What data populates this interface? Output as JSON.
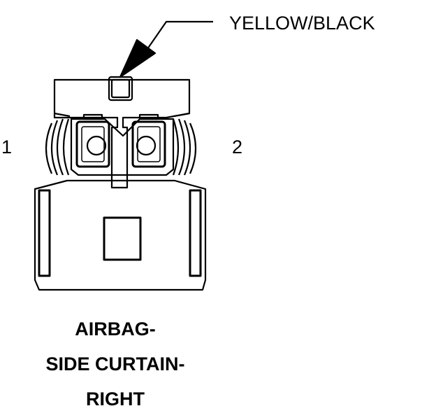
{
  "callout": {
    "wire_color": "YELLOW/BLACK"
  },
  "pins": {
    "left_label": "1",
    "right_label": "2"
  },
  "title": {
    "line1": "AIRBAG-",
    "line2": "SIDE CURTAIN-",
    "line3": "RIGHT"
  },
  "colors": {
    "stroke": "#000000",
    "background": "#ffffff"
  }
}
